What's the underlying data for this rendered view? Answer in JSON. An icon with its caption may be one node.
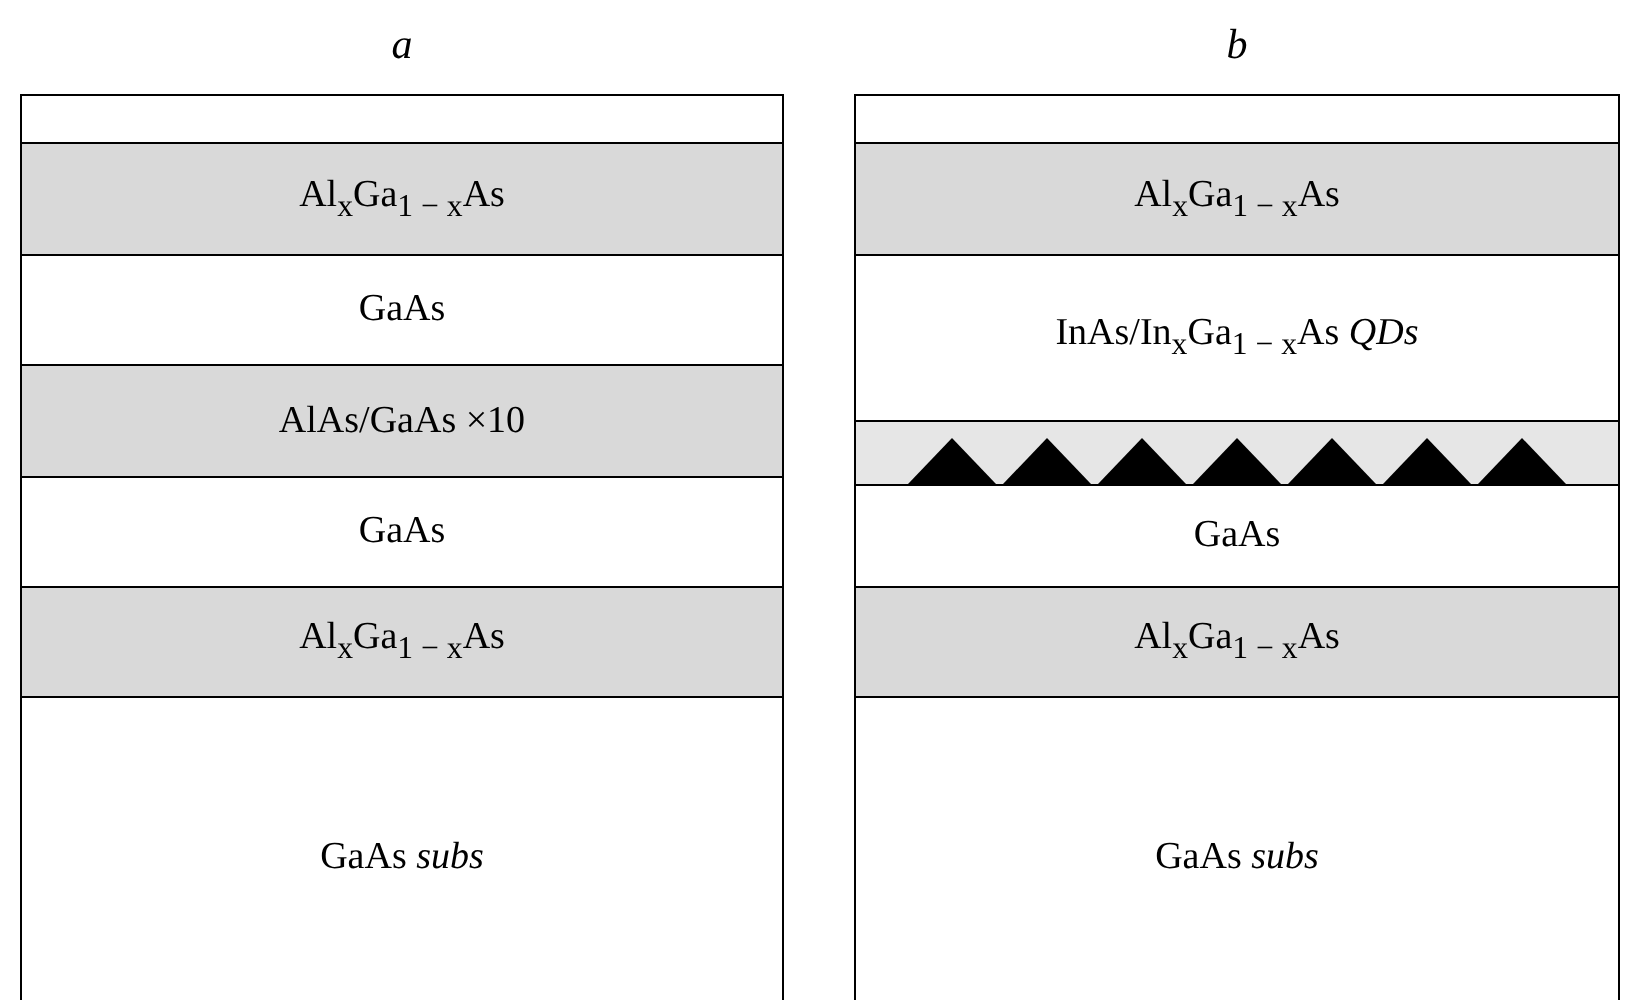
{
  "diagram": {
    "nodes": [
      {
        "text": [
          "a"
        ]
      },
      {
        "text": [],
        "shape": "box",
        "in": 0
      },
      {
        "text": [
          "Al$_{x}$Ga$_{1 − x}$As"
        ],
        "in": 0
      },
      {
        "text": [
          "GaAs"
        ],
        "in": 0
      },
      {
        "text": [
          "AlAs/GaAs ×10"
        ],
        "in": 0
      },
      {
        "text": [
          "GaAs"
        ],
        "in": 0
      },
      {
        "text": [
          "Al$_{x}$Ga$_{1 − x}$As"
        ],
        "in": 0
      },
      {
        "text": [
          "GaAs *subs*"
        ],
        "in": 0
      },
      {
        "text": [
          "b"
        ]
      },
      {
        "text": [],
        "shape": "box",
        "in": 8
      },
      {
        "text": [
          "Al$_{x}$Ga$_{1 − x}$As"
        ],
        "in": 8
      },
      {
        "text": [
          "InAs/In$_{x}$Ga$_{1 − x}$As *QDs*"
        ],
        "in": 8
      },
      {
        "text": [],
        "shape": "bar",
        "in": 8
      },
      {
        "text": [
          "GaAs"
        ],
        "in": 8
      },
      {
        "text": [
          "Al$_{x}$Ga$_{1 − x}$As"
        ],
        "in": 8
      },
      {
        "text": [
          "GaAs *subs*"
        ],
        "in": 8
      }
    ]
  }
}
